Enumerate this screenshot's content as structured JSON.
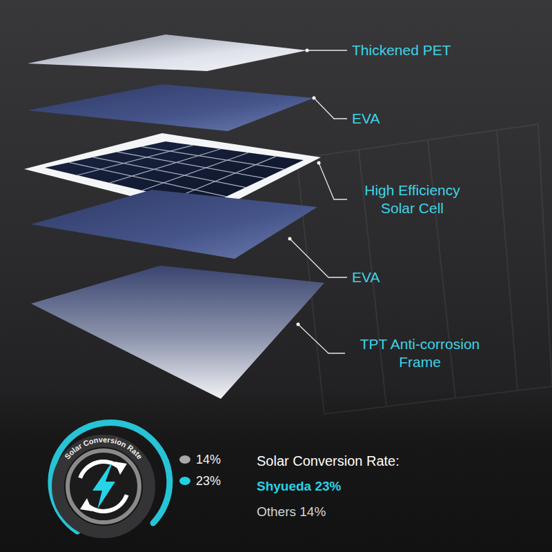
{
  "diagram": {
    "labels": [
      "Thickened PET",
      "EVA",
      "High Efficiency Solar Cell",
      "EVA",
      "TPT Anti-corrosion Frame",
      "Solar Conversion Rate",
      "Solar Conversion Rate:",
      "Shyueda 23%",
      "Others 14%"
    ],
    "legend": [
      {
        "text": "14%",
        "color": "#a9a9a9"
      },
      {
        "text": "23%",
        "color": "#22d0e4"
      }
    ]
  }
}
